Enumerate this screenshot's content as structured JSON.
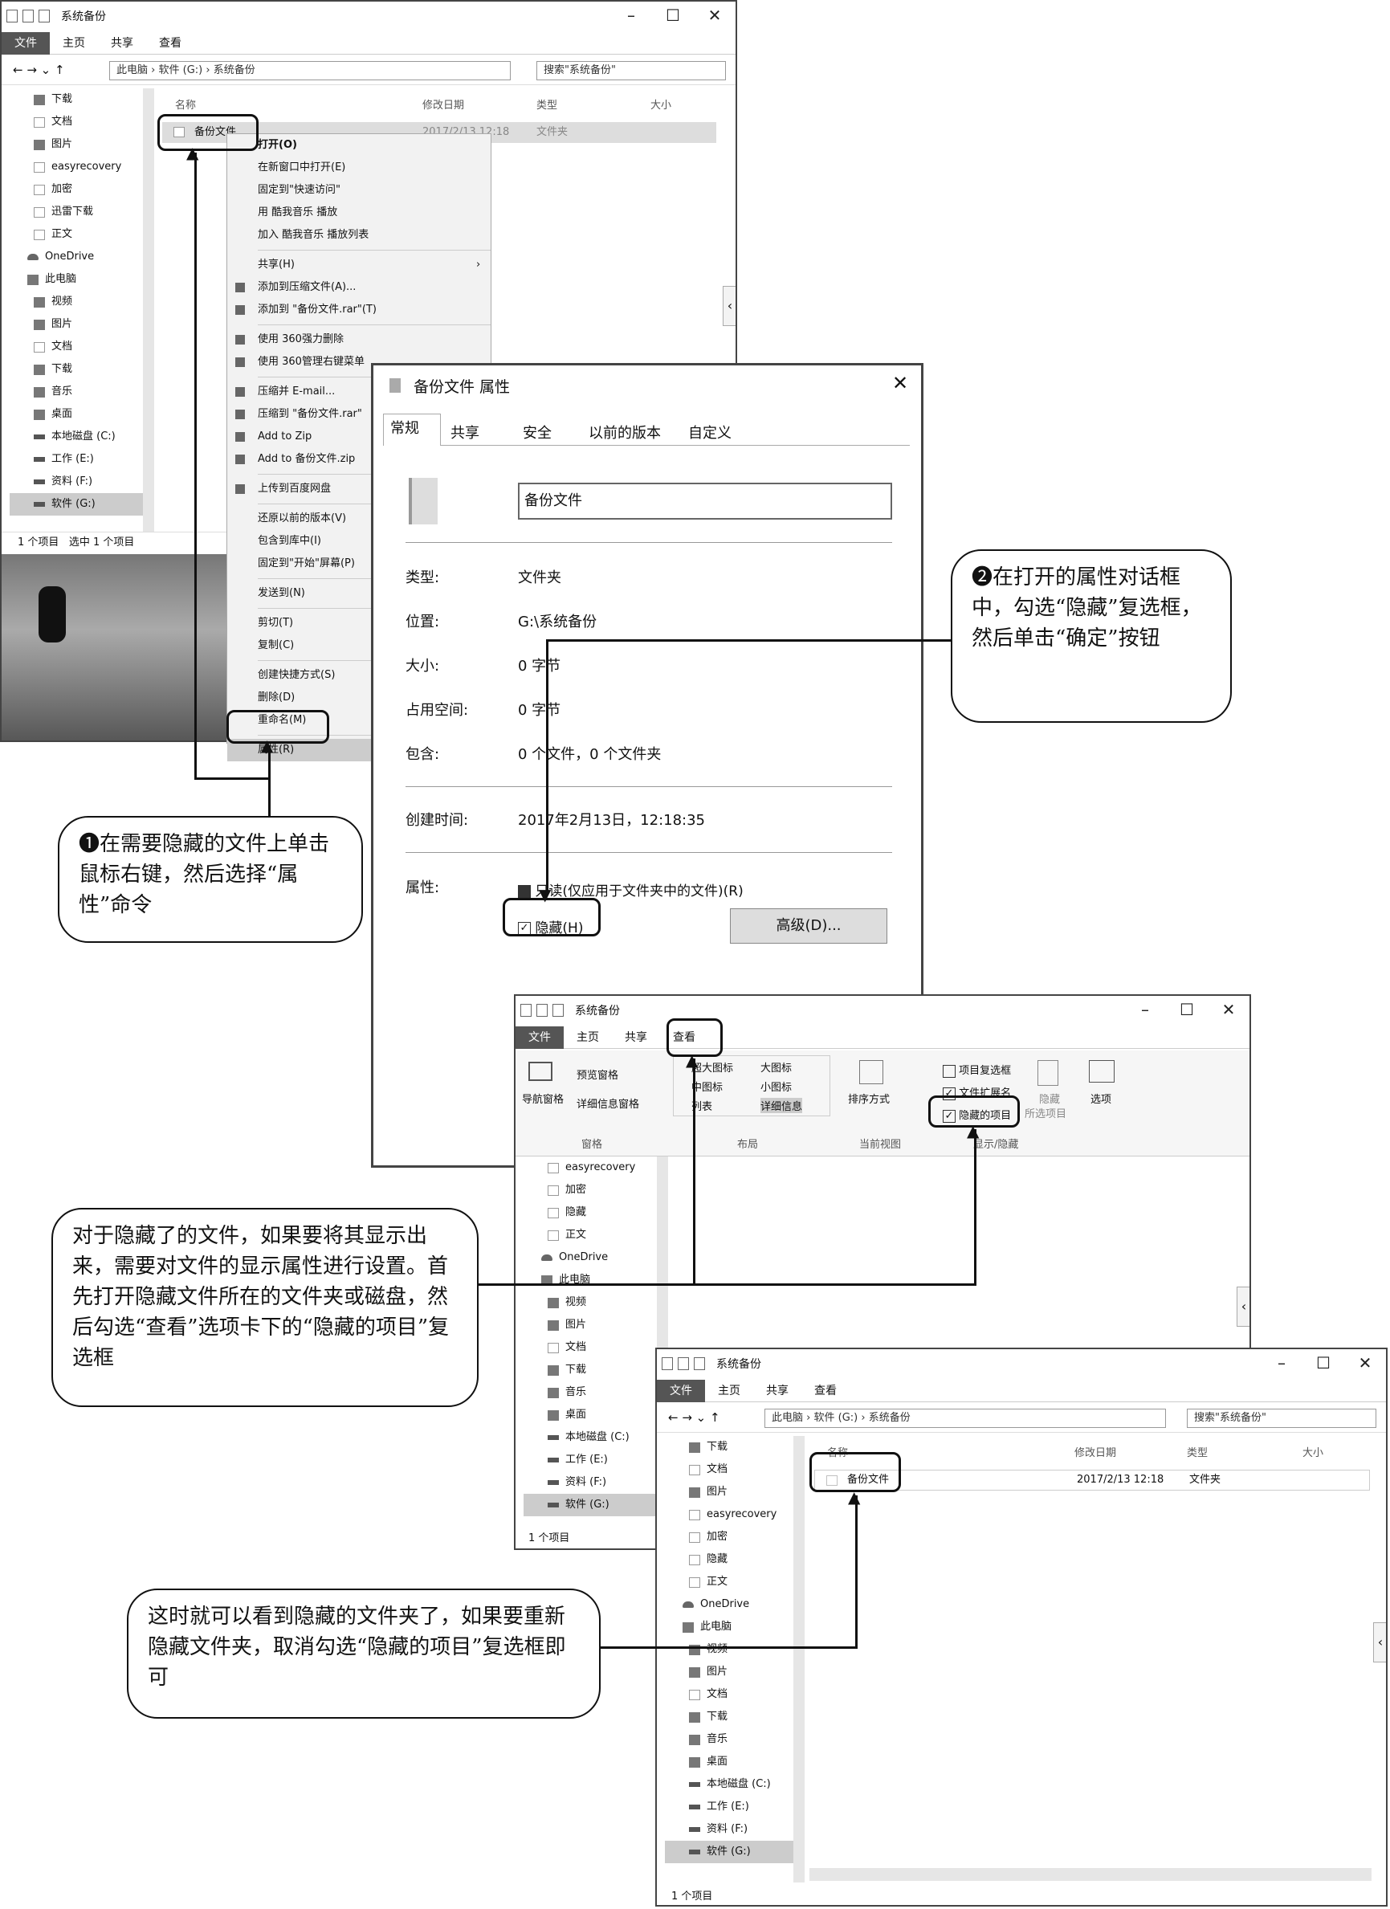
{
  "win1": {
    "title": "系统备份",
    "tabs": [
      "文件",
      "主页",
      "共享",
      "查看"
    ],
    "path": [
      "此电脑",
      "软件 (G:)",
      "系统备份"
    ],
    "search": "搜索\"系统备份\"",
    "sidebar": [
      "下载",
      "文档",
      "图片",
      "easyrecovery",
      "加密",
      "迅雷下载",
      "正文",
      "OneDrive",
      "此电脑",
      "视频",
      "图片",
      "文档",
      "下载",
      "音乐",
      "桌面",
      "本地磁盘 (C:)",
      "工作 (E:)",
      "资料 (F:)",
      "软件 (G:)"
    ],
    "columns": [
      "名称",
      "修改日期",
      "类型",
      "大小"
    ],
    "item": {
      "name": "备份文件",
      "date": "2017/2/13 12:18",
      "type": "文件夹"
    },
    "status": [
      "1 个项目",
      "选中 1 个项目"
    ]
  },
  "context_menu": [
    "打开(O)",
    "在新窗口中打开(E)",
    "固定到\"快速访问\"",
    "用 酷我音乐 播放",
    "加入 酷我音乐 播放列表",
    "共享(H)",
    "添加到压缩文件(A)...",
    "添加到 \"备份文件.rar\"(T)",
    "使用 360强力删除",
    "使用 360管理右键菜单",
    "压缩并 E-mail...",
    "压缩到 \"备份文件.rar\"",
    "Add to Zip",
    "Add to 备份文件.zip",
    "上传到百度网盘",
    "还原以前的版本(V)",
    "包含到库中(I)",
    "固定到\"开始\"屏幕(P)",
    "发送到(N)",
    "剪切(T)",
    "复制(C)",
    "创建快捷方式(S)",
    "删除(D)",
    "重命名(M)",
    "属性(R)"
  ],
  "dialog": {
    "title": "备份文件 属性",
    "tabs": [
      "常规",
      "共享",
      "安全",
      "以前的版本",
      "自定义"
    ],
    "name": "备份文件",
    "labels": [
      "类型:",
      "位置:",
      "大小:",
      "占用空间:",
      "包含:",
      "创建时间:",
      "属性:"
    ],
    "values": [
      "文件夹",
      "G:\\系统备份",
      "0 字节",
      "0 字节",
      "0 个文件，0 个文件夹",
      "2017年2月13日，12:18:35"
    ],
    "readonly": "只读(仅应用于文件夹中的文件)(R)",
    "hidden": "隐藏(H)",
    "advanced": "高级(D)..."
  },
  "win2": {
    "title": "系统备份",
    "tabs": [
      "文件",
      "主页",
      "共享",
      "查看"
    ],
    "pane": {
      "nav": "导航窗格",
      "preview": "预览窗格",
      "details": "详细信息窗格",
      "group": "窗格"
    },
    "layout": {
      "items": [
        "超大图标",
        "大图标",
        "中图标",
        "小图标",
        "列表",
        "详细信息"
      ],
      "group": "布局"
    },
    "current": {
      "sort": "排序方式",
      "group": "当前视图"
    },
    "showhide": {
      "items": [
        "项目复选框",
        "文件扩展名",
        "隐藏的项目"
      ],
      "hide": "隐藏",
      "hide2": "所选项目",
      "options": "选项",
      "group": "显示/隐藏"
    },
    "sidebar": [
      "easyrecovery",
      "加密",
      "隐藏",
      "正文",
      "OneDrive",
      "此电脑",
      "视频",
      "图片",
      "文档",
      "下载",
      "音乐",
      "桌面",
      "本地磁盘 (C:)",
      "工作 (E:)",
      "资料 (F:)",
      "软件 (G:)"
    ],
    "status": "1 个项目"
  },
  "win3": {
    "title": "系统备份",
    "tabs": [
      "文件",
      "主页",
      "共享",
      "查看"
    ],
    "path": [
      "此电脑",
      "软件 (G:)",
      "系统备份"
    ],
    "search": "搜索\"系统备份\"",
    "columns": [
      "名称",
      "修改日期",
      "类型",
      "大小"
    ],
    "item": {
      "name": "备份文件",
      "date": "2017/2/13 12:18",
      "type": "文件夹"
    },
    "sidebar": [
      "下载",
      "文档",
      "图片",
      "easyrecovery",
      "加密",
      "隐藏",
      "正文",
      "OneDrive",
      "此电脑",
      "视频",
      "图片",
      "文档",
      "下载",
      "音乐",
      "桌面",
      "本地磁盘 (C:)",
      "工作 (E:)",
      "资料 (F:)",
      "软件 (G:)"
    ],
    "status": "1 个项目"
  },
  "callouts": {
    "c1": "❶在需要隐藏的文件上单击鼠标右键，然后选择“属性”命令",
    "c2": "❷在打开的属性对话框中，勾选“隐藏”复选框，然后单击“确定”按钮",
    "c3": "对于隐藏了的文件，如果要将其显示出来，需要对文件的显示属性进行设置。首先打开隐藏文件所在的文件夹或磁盘，然后勾选“查看”选项卡下的“隐藏的项目”复选框",
    "c4": "这时就可以看到隐藏的文件夹了，如果要重新隐藏文件夹，取消勾选“隐藏的项目”复选框即可"
  }
}
